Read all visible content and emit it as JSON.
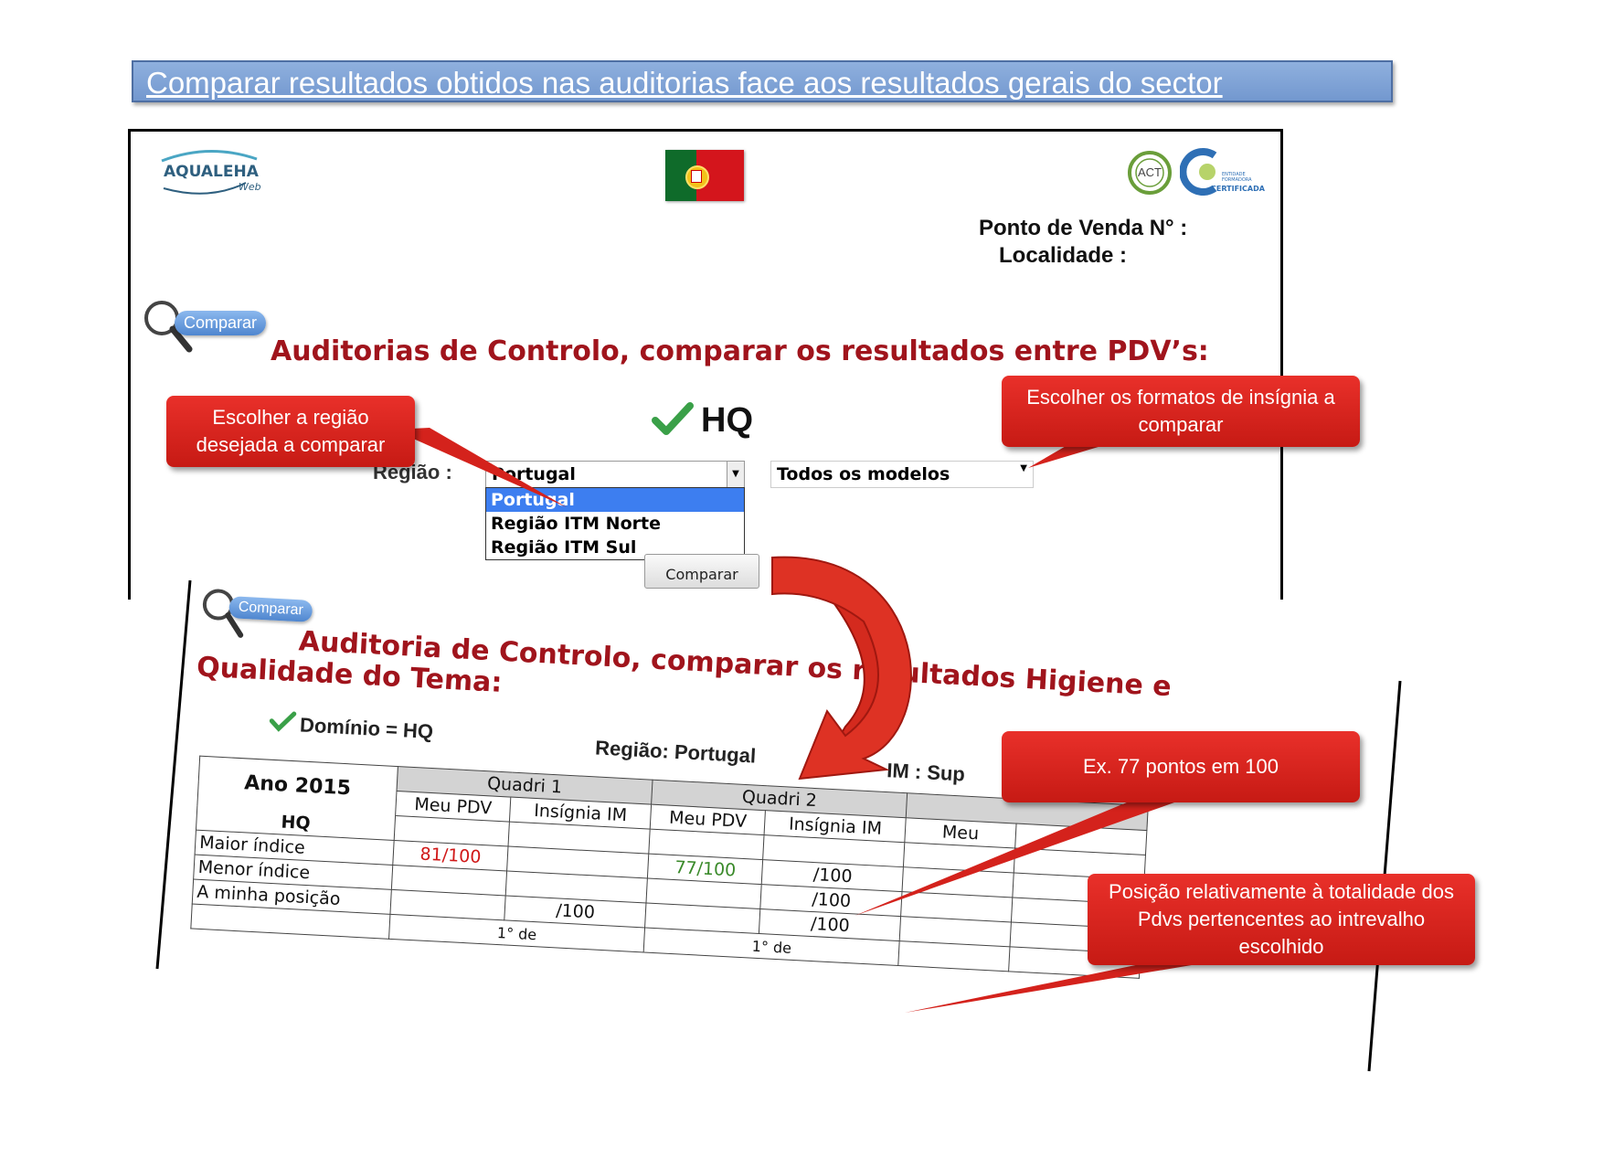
{
  "slide": {
    "title": "Comparar resultados obtidos nas auditorias face aos resultados gerais do sector"
  },
  "upper_screen": {
    "logo_name": "AQUALEHA",
    "logo_sub": "Web",
    "cert_logo_1": "ACT",
    "cert_logo_2_small": "ENTIDADE FORMADORA",
    "cert_logo_2": "CERTIFICADA",
    "ponto_venda_label": "Ponto de Venda N° :",
    "localidade_label": "Localidade :",
    "compare_badge": "Comparar",
    "heading": "Auditorias de Controlo, comparar os resultados entre PDV’s:",
    "domain": "HQ",
    "regiao_label": "Região :",
    "regiao_selected": "Portugal",
    "regiao_options": [
      "Portugal",
      "Região ITM Norte",
      "Região ITM Sul"
    ],
    "modelos_selected": "Todos os modelos",
    "compare_button": "Comparar"
  },
  "callouts": {
    "regiao": "Escolher a região desejada a comparar",
    "insignia": "Escolher os formatos de insígnia a comparar",
    "pontos": "Ex. 77 pontos em 100",
    "posicao": "Posição relativamente  à totalidade dos Pdvs pertencentes ao intrevalho escolhido"
  },
  "lower_screen": {
    "compare_badge": "Comparar",
    "heading_line1": "Auditoria de Controlo, comparar os resultados Higiene e",
    "heading_line2": "Qualidade do Tema:",
    "dominio": "Domínio = HQ",
    "regiao": "Região: Portugal",
    "im_label": "IM : Sup",
    "table": {
      "year": "Ano 2015",
      "group_label": "HQ",
      "quadri": [
        "Quadri 1",
        "Quadri 2",
        ""
      ],
      "subcols": [
        "Meu PDV",
        "Insígnia IM"
      ],
      "rows": [
        {
          "label": "Maior índice",
          "q1_meu": "81/100",
          "q1_ins": "",
          "q2_meu": "77/100",
          "q2_ins": "/100"
        },
        {
          "label": "Menor índice",
          "q1_meu": "",
          "q1_ins": "",
          "q2_meu": "",
          "q2_ins": "/100"
        },
        {
          "label": "A minha posição",
          "q1_meu": "",
          "q1_ins": "/100",
          "q2_meu": "",
          "q2_ins": "/100"
        }
      ],
      "pos_q1": "1° de",
      "pos_q2": "1° de",
      "q3_partial": "Meu"
    }
  },
  "colors": {
    "heading_red": "#a0141c",
    "callout_red": "#d4221c",
    "value_red": "#d01818",
    "value_green": "#3a8a2a",
    "banner_blue": "#7f9fd4"
  }
}
